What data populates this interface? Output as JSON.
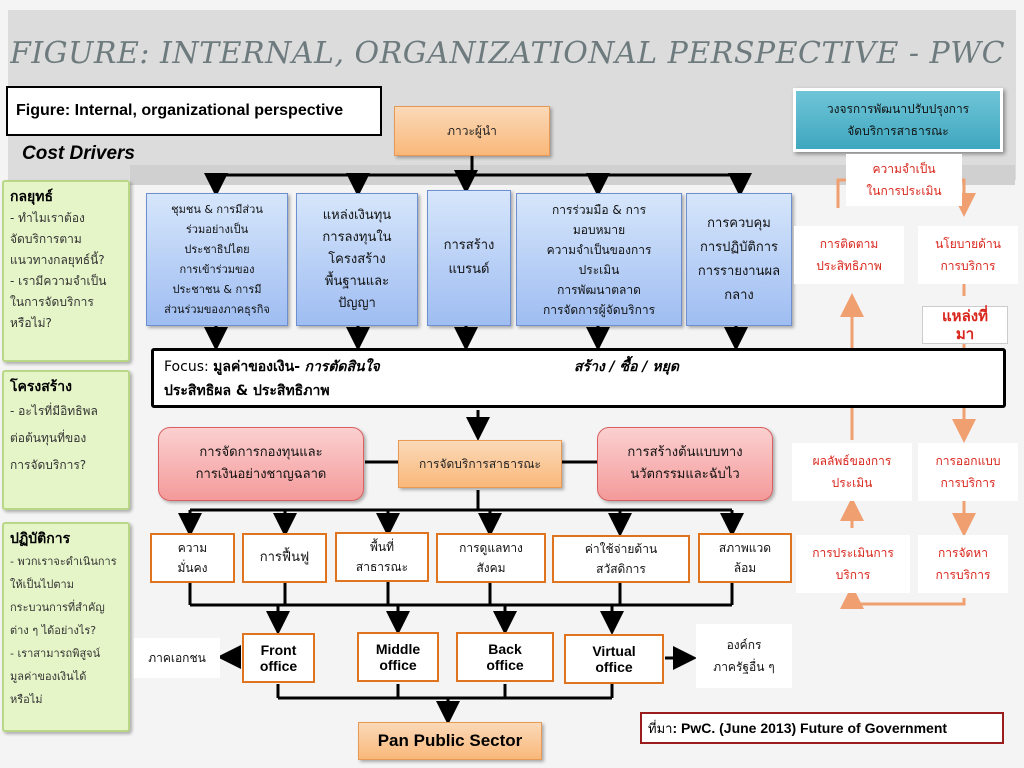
{
  "title": "FIGURE: INTERNAL, ORGANIZATIONAL PERSPECTIVE - PWC",
  "figure_label": "Figure: Internal, organizational perspective",
  "cost_drivers": "Cost Drivers",
  "sidebar": {
    "strategy": {
      "heading": "กลยุทธ์",
      "lines": [
        "- ทำไมเราต้อง",
        "จัดบริการตาม",
        "แนวทางกลยุทธ์นี้?",
        "- เรามีความจำเป็น",
        "ในการจัดบริการ",
        "หรือไม่?"
      ]
    },
    "structure": {
      "heading": "โครงสร้าง",
      "lines": [
        "- อะไรที่มีอิทธิพล",
        "ต่อต้นทุนที่ของ",
        "การจัดบริการ?"
      ]
    },
    "practice": {
      "heading": "ปฏิบัติการ",
      "lines": [
        "- พวกเราจะดำเนินการ",
        "ให้เป็นไปตาม",
        "กระบวนการที่สำคัญ",
        "ต่าง ๆ ได้อย่างไร?",
        "- เราสามารถพิสูจน์",
        "มูลค่าของเงินได้",
        "หรือไม่"
      ]
    }
  },
  "leadership": "ภาวะผู้นำ",
  "top_boxes": [
    {
      "lines": [
        "ชุมชน & การมีส่วน",
        "ร่วมอย่างเป็น",
        "ประชาธิปไตย",
        "การเข้าร่วมของ",
        "ประชาชน & การมี",
        "ส่วนร่วมของภาคธุรกิจ"
      ]
    },
    {
      "lines": [
        "แหล่งเงินทุน",
        "การลงทุนใน",
        "โครงสร้าง",
        "พื้นฐานและ",
        "ปัญญา"
      ]
    },
    {
      "lines": [
        "การสร้าง",
        "แบรนด์"
      ]
    },
    {
      "lines": [
        "การร่วมมือ & การ",
        "มอบหมาย",
        "ความจำเป็นของการ",
        "ประเมิน",
        "การพัฒนาตลาด",
        "การจัดการผู้จัดบริการ"
      ]
    },
    {
      "lines": [
        "การควบคุม",
        "การปฏิบัติการ",
        "การรายงานผล",
        "กลาง"
      ]
    }
  ],
  "focus": {
    "prefix": "Focus:",
    "value": "มูลค่าของเงิน-",
    "decision": "การตัดสินใจ",
    "actions": "สร้าง / ซื้อ / หยุด",
    "line2": "ประสิทธิผล & ประสิทธิภาพ"
  },
  "middle": {
    "left": [
      "การจัดการกองทุนและ",
      "การเงินอย่างชาญฉลาด"
    ],
    "center": "การจัดบริการสาธารณะ",
    "right": [
      "การสร้างต้นแบบทาง",
      "นวัตกรรมและฉับไว"
    ]
  },
  "service_boxes": [
    {
      "lines": [
        "ความ",
        "มั่นคง"
      ]
    },
    {
      "lines": [
        "การฟื้นฟู"
      ]
    },
    {
      "lines": [
        "พื้นที่",
        "สาธารณะ"
      ]
    },
    {
      "lines": [
        "การดูแลทาง",
        "สังคม"
      ]
    },
    {
      "lines": [
        "ค่าใช้จ่ายด้าน",
        "สวัสดิการ"
      ]
    },
    {
      "lines": [
        "สภาพแวด",
        "ล้อม"
      ]
    }
  ],
  "offices": [
    {
      "lines": [
        "Front",
        "office"
      ]
    },
    {
      "lines": [
        "Middle",
        "office"
      ]
    },
    {
      "lines": [
        "Back",
        "office"
      ]
    },
    {
      "lines": [
        "Virtual",
        "office"
      ]
    }
  ],
  "private_sector": "ภาคเอกชน",
  "other_orgs": [
    "องค์กร",
    "ภาครัฐอื่น ๆ"
  ],
  "pan_public": "Pan Public Sector",
  "cycle": {
    "title": [
      "วงจรการพัฒนาปรับปรุงการ",
      "จัดบริการสาธารณะ"
    ],
    "need": [
      "ความจำเป็น",
      "ในการประเมิน"
    ],
    "monitor": [
      "การติดตาม",
      "ประสิทธิภาพ"
    ],
    "policy": [
      "นโยบายด้าน",
      "การบริการ"
    ],
    "source_label": [
      "แหล่งที่",
      "มา"
    ],
    "outcome": [
      "ผลลัพธ์ของการ",
      "ประเมิน"
    ],
    "design": [
      "การออกแบบ",
      "การบริการ"
    ],
    "eval": [
      "การประเมินการ",
      "บริการ"
    ],
    "procure": [
      "การจัดหา",
      "การบริการ"
    ]
  },
  "source": {
    "label": "ที่มา",
    "text": ": PwC. (June 2013) Future of Government"
  },
  "colors": {
    "accent_orange": "#e0731e",
    "arrow_orange": "#f0a070",
    "red_text": "#d9261c",
    "teal": "#3fa7bf"
  }
}
